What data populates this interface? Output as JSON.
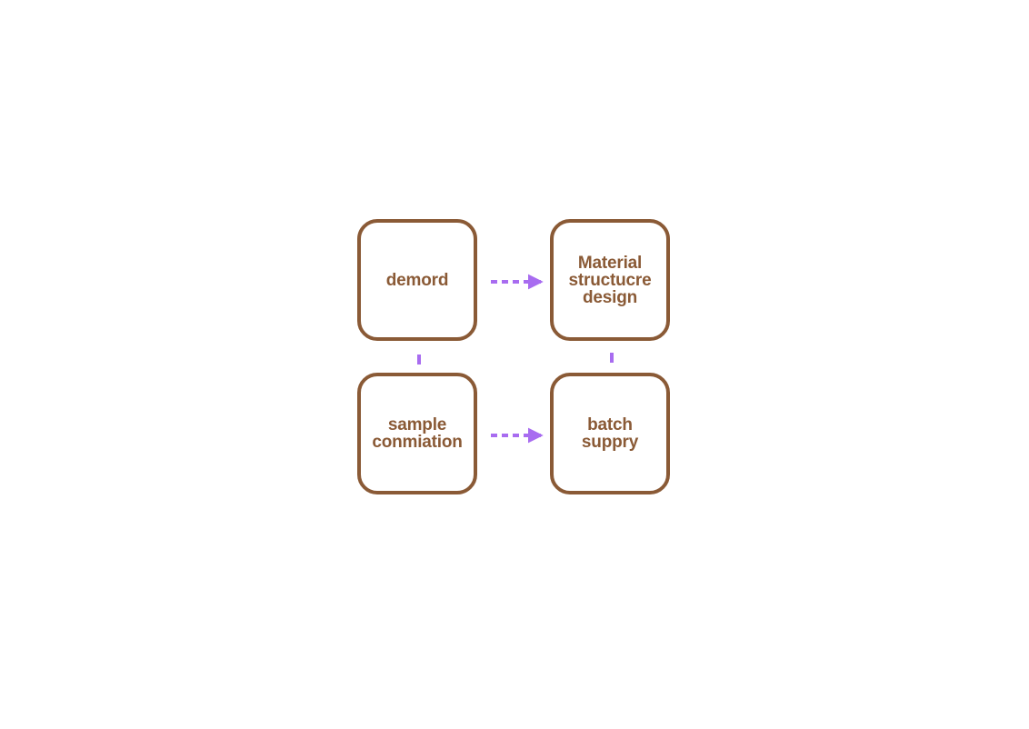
{
  "diagram": {
    "nodes": [
      {
        "id": "demord",
        "label": "demord"
      },
      {
        "id": "material",
        "label": "Material\nstructucre\ndesign"
      },
      {
        "id": "sample",
        "label": "sample\nconmiation"
      },
      {
        "id": "batch",
        "label": "batch\nsuppry"
      }
    ],
    "edges": [
      {
        "from": "demord",
        "to": "material",
        "style": "dashed-arrow"
      },
      {
        "from": "sample",
        "to": "batch",
        "style": "dashed-arrow"
      },
      {
        "from": "demord",
        "to": "sample",
        "style": "dash"
      },
      {
        "from": "material",
        "to": "batch",
        "style": "dash"
      }
    ],
    "colors": {
      "node_border": "#8a5a36",
      "node_text": "#8a5a36",
      "connector": "#a86cf0"
    }
  }
}
